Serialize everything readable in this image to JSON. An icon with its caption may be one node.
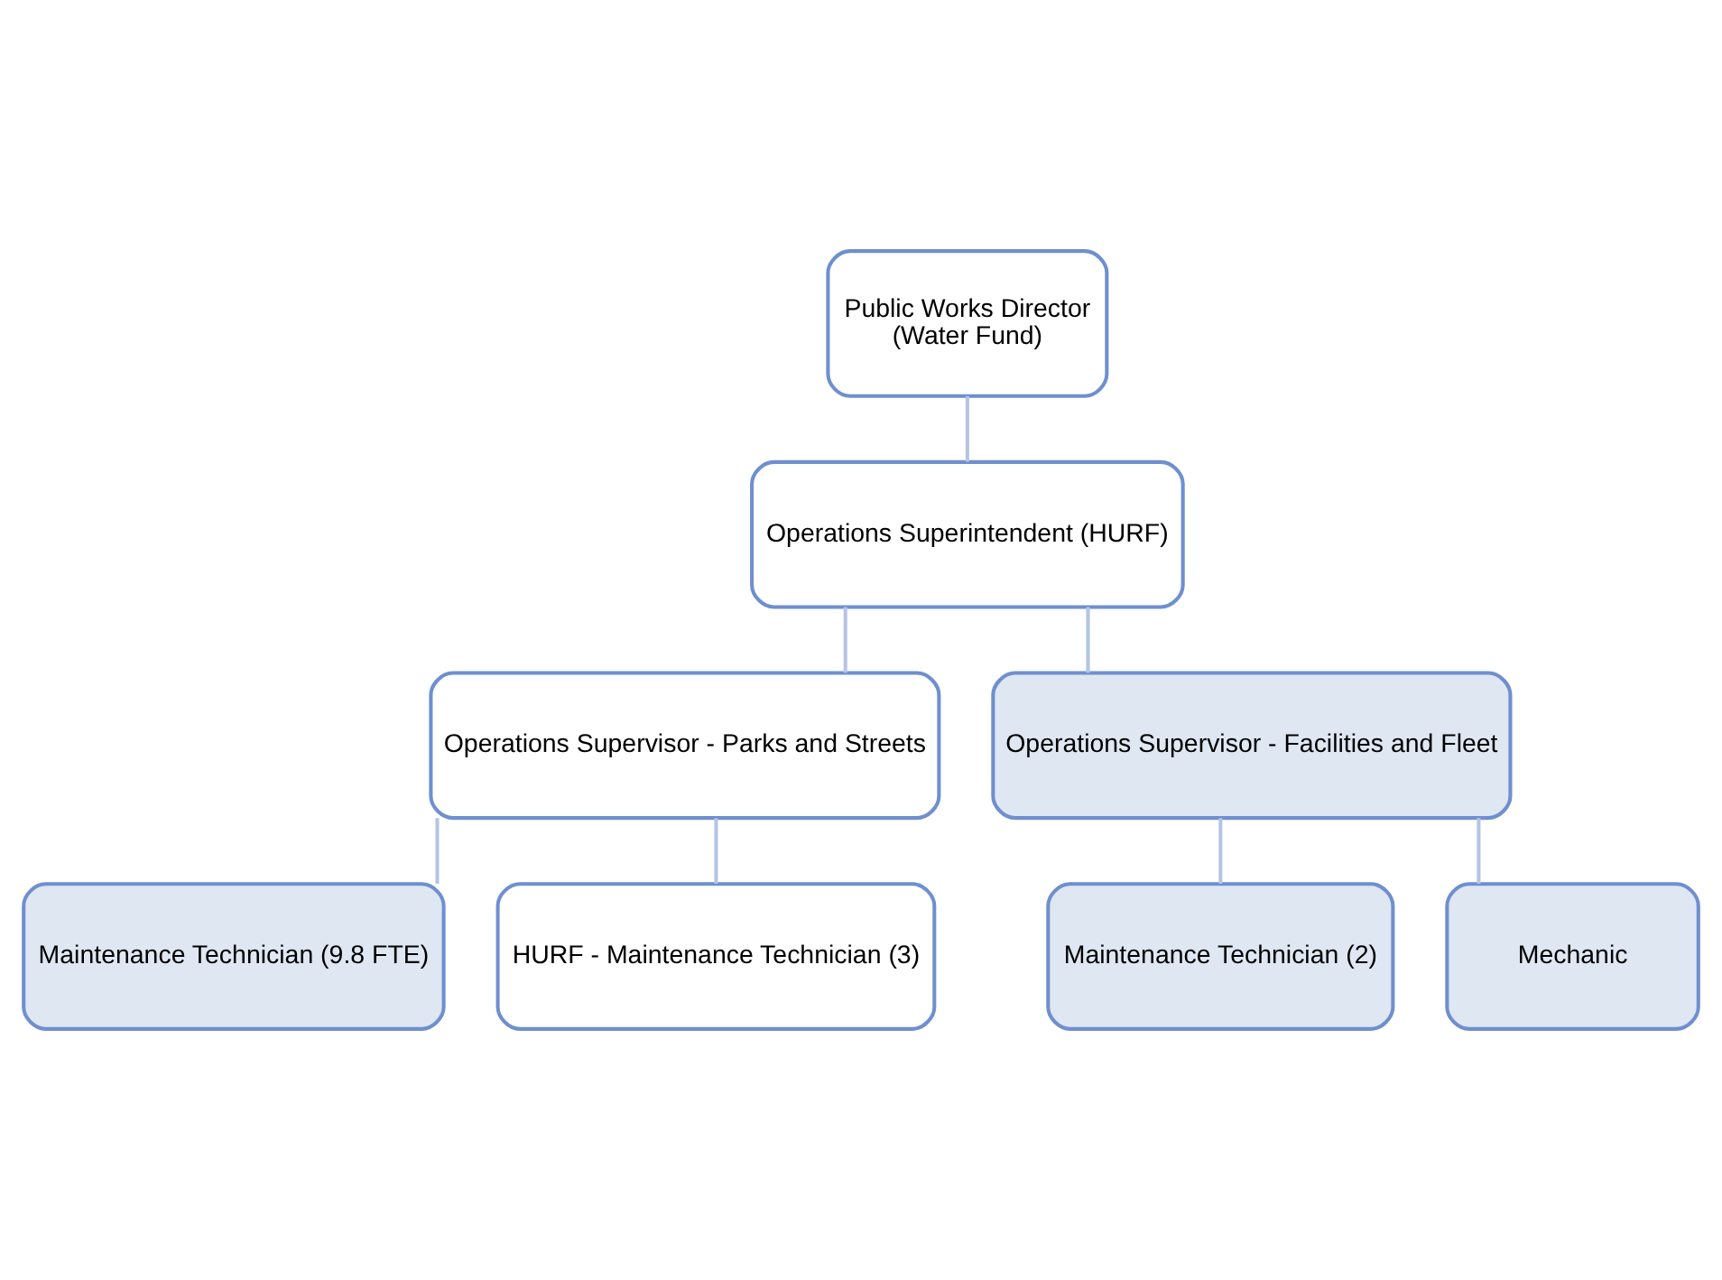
{
  "diagram": {
    "nodes": [
      {
        "text": [
          "Public Works Director",
          "(Water Fund)"
        ]
      },
      {
        "text": [
          "Operations Superintendent (HURF)"
        ]
      },
      {
        "text": [
          "Operations Supervisor - Parks and Streets"
        ]
      },
      {
        "text": [
          "Operations Supervisor - Facilities and Fleet"
        ]
      },
      {
        "text": [
          "Maintenance Technician (9.8 FTE)"
        ]
      },
      {
        "text": [
          "HURF - Maintenance Technician (3)"
        ]
      },
      {
        "text": [
          "Maintenance Technician (2)"
        ]
      },
      {
        "text": [
          "Mechanic"
        ]
      }
    ],
    "edges": [
      {
        "from": 0,
        "to": 1,
        "arrow": "none"
      },
      {
        "from": 1,
        "to": 2,
        "arrow": "none"
      },
      {
        "from": 1,
        "to": 3,
        "arrow": "none"
      },
      {
        "from": 2,
        "to": 4,
        "arrow": "none"
      },
      {
        "from": 2,
        "to": 5,
        "arrow": "none"
      },
      {
        "from": 3,
        "to": 6,
        "arrow": "none"
      },
      {
        "from": 3,
        "to": 7,
        "arrow": "none"
      }
    ]
  }
}
